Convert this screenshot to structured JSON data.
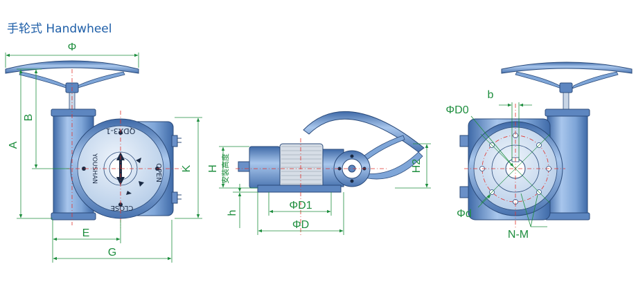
{
  "title": "手轮式 Handwheel",
  "colors": {
    "body": "#7fa6d8",
    "body_dark": "#3f6aa8",
    "dimension": "#1e8e3e",
    "centerline": "#e0302a",
    "title": "#1f5fa8"
  },
  "dial": {
    "brand": "YOUSHAN",
    "model": "QDX3-1",
    "open": "OPEN",
    "close": "CLOSE"
  },
  "dims": {
    "front": {
      "phi": "Φ",
      "a": "A",
      "b": "B",
      "e": "E",
      "g": "G",
      "k": "K"
    },
    "side": {
      "h": "H",
      "install_height": "安装高度",
      "h_small": "h",
      "h2": "H2",
      "d1": "ΦD1",
      "d": "ΦD"
    },
    "flange": {
      "b": "b",
      "d0": "ΦD0",
      "d_small": "Φd",
      "nm": "N-M"
    }
  }
}
